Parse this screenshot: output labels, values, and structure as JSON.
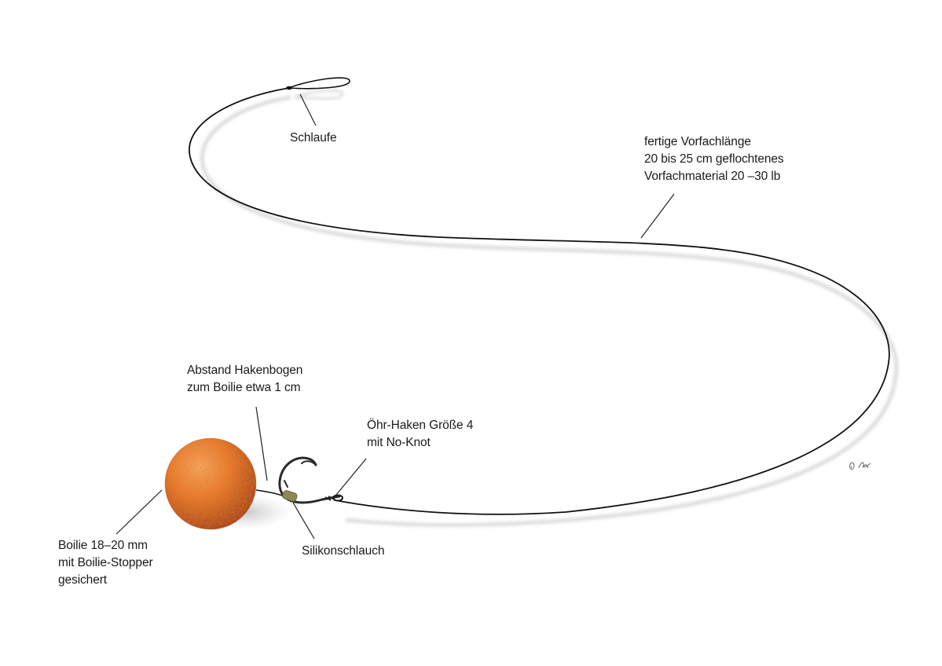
{
  "labels": {
    "schlaufe": [
      "Schlaufe"
    ],
    "vorfach": [
      "fertige Vorfachlänge",
      "20 bis 25 cm geflochtenes",
      "Vorfachmaterial 20 –30 lb"
    ],
    "abstand": [
      "Abstand Hakenbogen",
      "zum Boilie etwa 1 cm"
    ],
    "haken": [
      "Öhr-Haken Größe 4",
      "mit No-Knot"
    ],
    "boilie": [
      "Boilie 18–20 mm",
      "mit Boilie-Stopper",
      "gesichert"
    ],
    "silikon": [
      "Silikonschlauch"
    ]
  },
  "signature": "B. Fock",
  "colors": {
    "line": "#111111",
    "shadow": "#cfcfcf",
    "boilie": "#e8792a",
    "boilie_dark": "#b8501a",
    "tube": "#8a8a55",
    "hook": "#2a2a2a",
    "text": "#1a1a1a"
  }
}
